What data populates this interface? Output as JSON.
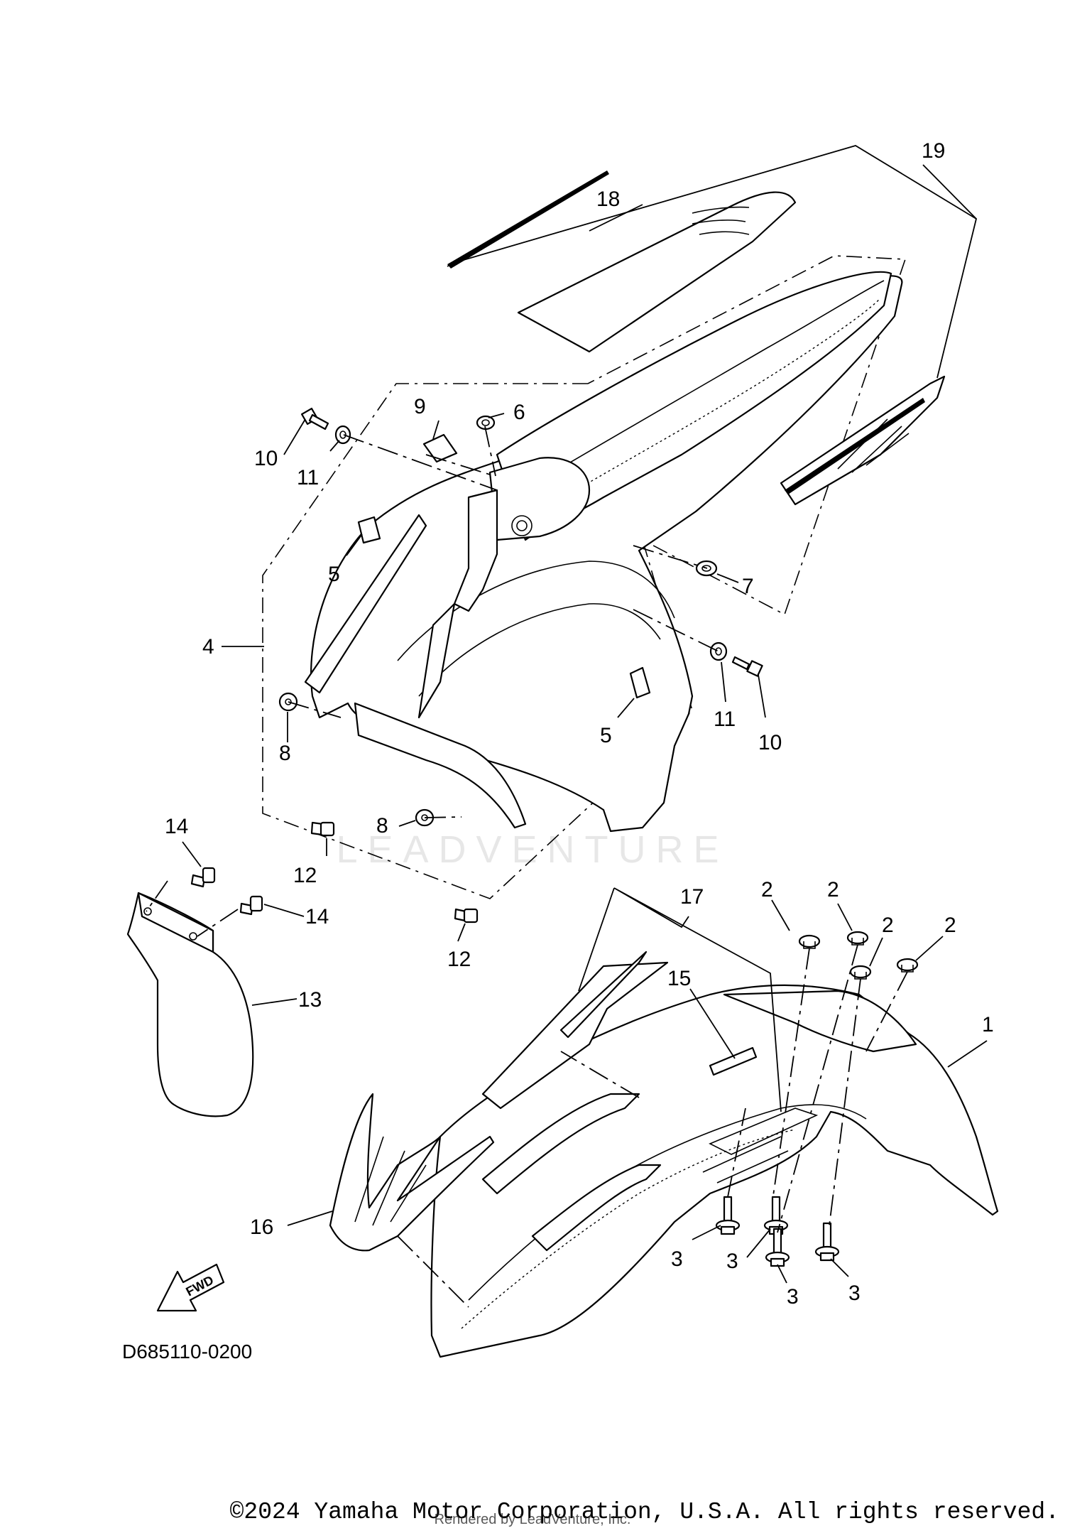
{
  "diagram": {
    "code": "D685110-0200",
    "fwd_label": "FWD",
    "callouts": [
      "1",
      "2",
      "2",
      "2",
      "2",
      "3",
      "3",
      "3",
      "3",
      "4",
      "5",
      "5",
      "6",
      "7",
      "8",
      "8",
      "9",
      "10",
      "10",
      "11",
      "11",
      "12",
      "12",
      "13",
      "14",
      "14",
      "15",
      "16",
      "17",
      "18",
      "19"
    ]
  },
  "footer": {
    "copyright": "©2024 Yamaha Motor Corporation, U.S.A. All rights reserved.",
    "rendered_by": "Rendered by LeadVenture, Inc."
  },
  "watermark": "LEADVENTURE"
}
